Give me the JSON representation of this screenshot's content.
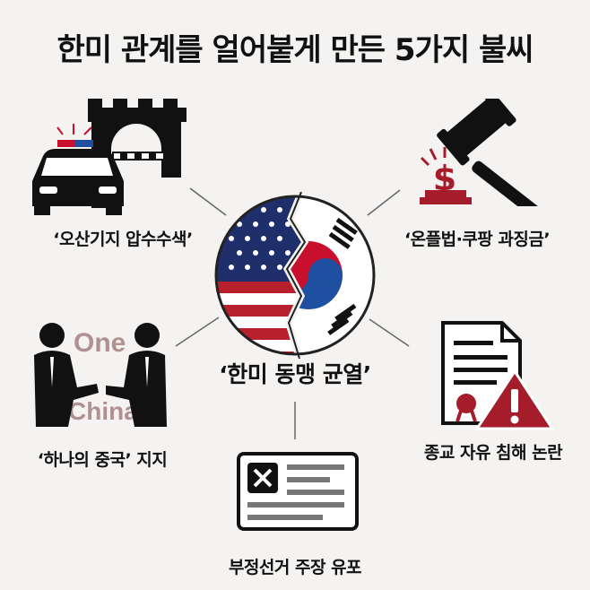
{
  "title": "한미 관계를 얼어붙게 만든 5가지 불씨",
  "center_label": "‘한미 동맹 균열’",
  "items": {
    "osan": {
      "label": "‘오산기지 압수수색’",
      "icons": [
        "police-car-icon",
        "fortress-gate-icon",
        "barrier-icon"
      ]
    },
    "fine": {
      "label": "‘온플법·쿠팡 과징금’",
      "icons": [
        "gavel-icon",
        "dollar-icon"
      ]
    },
    "one_china": {
      "label": "‘하나의 중국’ 지지",
      "text_one": "One",
      "text_china": "China",
      "icons": [
        "handshake-icon"
      ]
    },
    "religion": {
      "label": "종교 자유 침해 논란",
      "icons": [
        "document-icon",
        "warning-icon"
      ]
    },
    "election": {
      "label": "부정선거 주장 유포",
      "icons": [
        "x-post-icon"
      ]
    }
  },
  "colors": {
    "accent_red": "#a51d2a",
    "dark": "#111111",
    "korea_blue": "#1f4fa0",
    "us_blue": "#1e2f6b"
  }
}
